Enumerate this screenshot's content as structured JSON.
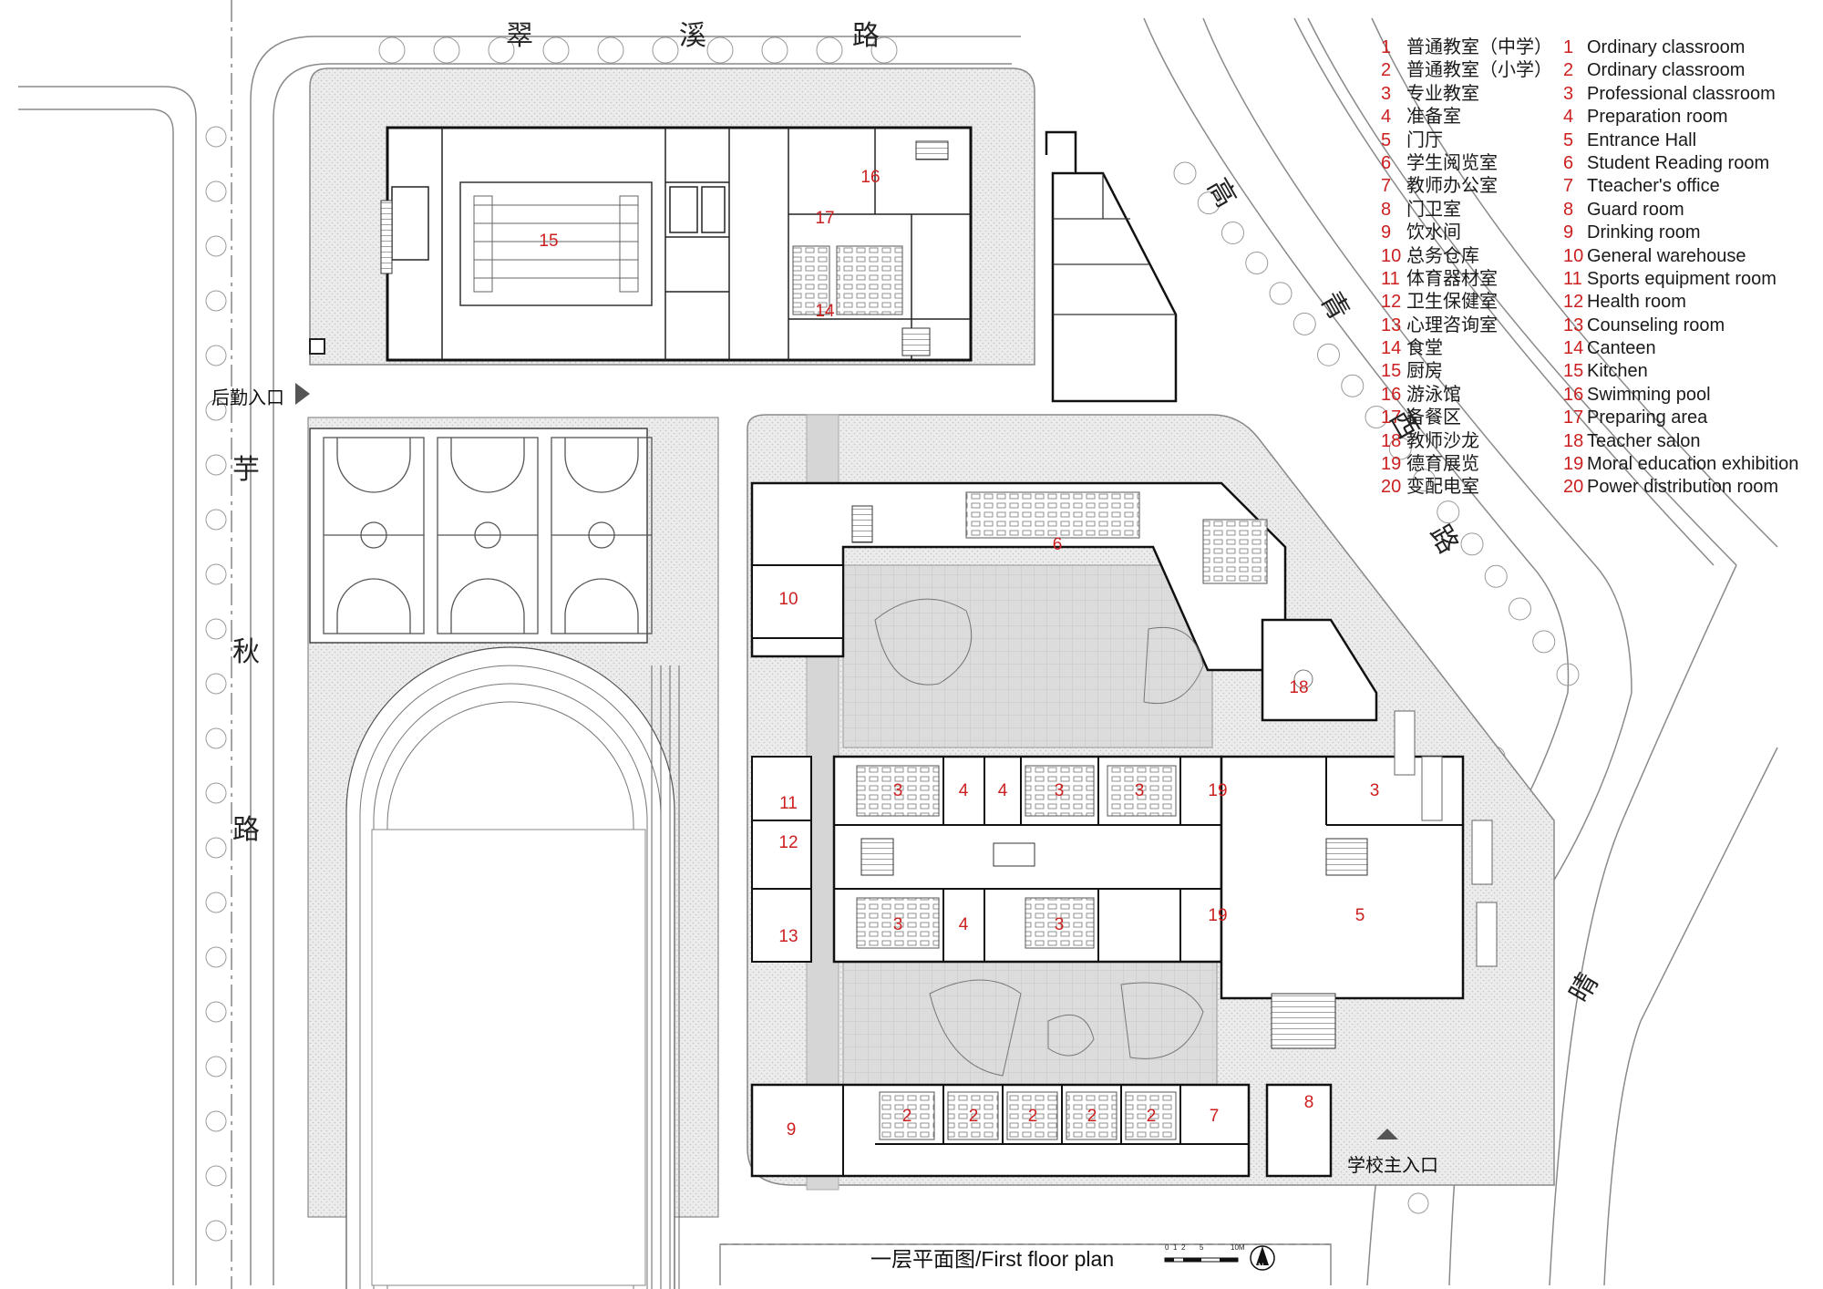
{
  "roads": {
    "north": [
      "翠",
      "溪",
      "路"
    ],
    "west": [
      "芋",
      "秋",
      "路"
    ],
    "east": [
      "高",
      "青",
      "西",
      "路"
    ],
    "southeast": [
      "晴"
    ]
  },
  "entrances": {
    "service": "后勤入口",
    "main": "学校主入口"
  },
  "caption": "一层平面图/First floor plan",
  "scale_labels": [
    "0",
    "1",
    "2",
    "5",
    "10M"
  ],
  "north_arrow": "N",
  "legend": [
    {
      "num": "1",
      "cn": "普通教室（中学）",
      "en": "Ordinary classroom"
    },
    {
      "num": "2",
      "cn": "普通教室（小学）",
      "en": "Ordinary classroom"
    },
    {
      "num": "3",
      "cn": "专业教室",
      "en": "Professional classroom"
    },
    {
      "num": "4",
      "cn": "准备室",
      "en": "Preparation room"
    },
    {
      "num": "5",
      "cn": "门厅",
      "en": "Entrance Hall"
    },
    {
      "num": "6",
      "cn": "学生阅览室",
      "en": "Student Reading room"
    },
    {
      "num": "7",
      "cn": "教师办公室",
      "en": "Tteacher's office"
    },
    {
      "num": "8",
      "cn": "门卫室",
      "en": " Guard room"
    },
    {
      "num": "9",
      "cn": "饮水间",
      "en": "Drinking room"
    },
    {
      "num": "10",
      "cn": "总务仓库",
      "en": "General warehouse"
    },
    {
      "num": "11",
      "cn": "体育器材室",
      "en": "Sports equipment room"
    },
    {
      "num": "12",
      "cn": "卫生保健室",
      "en": "Health room"
    },
    {
      "num": "13",
      "cn": "心理咨询室",
      "en": "Counseling room"
    },
    {
      "num": "14",
      "cn": "食堂",
      "en": "Canteen"
    },
    {
      "num": "15",
      "cn": "厨房",
      "en": "Kitchen"
    },
    {
      "num": "16",
      "cn": "游泳馆",
      "en": "Swimming pool"
    },
    {
      "num": "17",
      "cn": "备餐区",
      "en": "Preparing area"
    },
    {
      "num": "18",
      "cn": "教师沙龙",
      "en": " Teacher salon"
    },
    {
      "num": "19",
      "cn": "德育展览",
      "en": " Moral education exhibition"
    },
    {
      "num": "20",
      "cn": "变配电室",
      "en": " Power distribution room"
    }
  ],
  "room_labels": [
    "15",
    "16",
    "17",
    "14",
    "6",
    "10",
    "18",
    "3",
    "4",
    "4",
    "3",
    "3",
    "19",
    "3",
    "11",
    "12",
    "13",
    "3",
    "4",
    "3",
    "19",
    "5",
    "2",
    "2",
    "2",
    "2",
    "2",
    "7",
    "8",
    "9"
  ]
}
